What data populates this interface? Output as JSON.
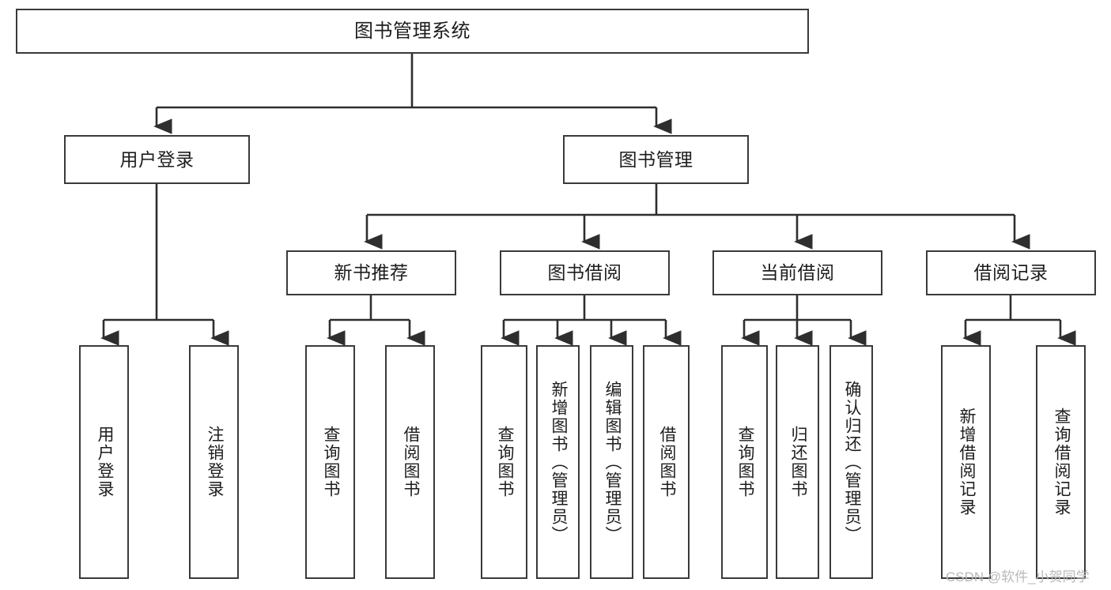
{
  "diagram": {
    "title": "图书管理系统",
    "type": "hierarchy-tree",
    "root": {
      "id": "root",
      "label": "图书管理系统"
    },
    "level2": [
      {
        "id": "user-login",
        "label": "用户登录"
      },
      {
        "id": "book-manage",
        "label": "图书管理"
      }
    ],
    "level3": [
      {
        "id": "new-book-rec",
        "label": "新书推荐"
      },
      {
        "id": "book-borrow",
        "label": "图书借阅"
      },
      {
        "id": "current-borrow",
        "label": "当前借阅"
      },
      {
        "id": "borrow-record",
        "label": "借阅记录"
      }
    ],
    "leaves": {
      "user_login": [
        {
          "id": "leaf-user-login",
          "label": "用户登录"
        },
        {
          "id": "leaf-logout",
          "label": "注销登录"
        }
      ],
      "new_book_rec": [
        {
          "id": "leaf-query-book-1",
          "label": "查询图书"
        },
        {
          "id": "leaf-borrow-book-1",
          "label": "借阅图书"
        }
      ],
      "book_borrow": [
        {
          "id": "leaf-query-book-2",
          "label": "查询图书"
        },
        {
          "id": "leaf-add-book",
          "label": "新增图书（管理员）"
        },
        {
          "id": "leaf-edit-book",
          "label": "编辑图书（管理员）"
        },
        {
          "id": "leaf-borrow-book-2",
          "label": "借阅图书"
        }
      ],
      "current_borrow": [
        {
          "id": "leaf-query-book-3",
          "label": "查询图书"
        },
        {
          "id": "leaf-return-book",
          "label": "归还图书"
        },
        {
          "id": "leaf-confirm-return",
          "label": "确认归还（管理员）"
        }
      ],
      "borrow_record": [
        {
          "id": "leaf-add-record",
          "label": "新增借阅记录"
        },
        {
          "id": "leaf-query-record",
          "label": "查询借阅记录"
        }
      ]
    }
  },
  "watermark": {
    "text": "CSDN @软件_小贺同学"
  },
  "colors": {
    "stroke": "#3a3a3a",
    "background": "#ffffff",
    "text": "#1d1d1d",
    "watermark": "#b9b9b9"
  }
}
